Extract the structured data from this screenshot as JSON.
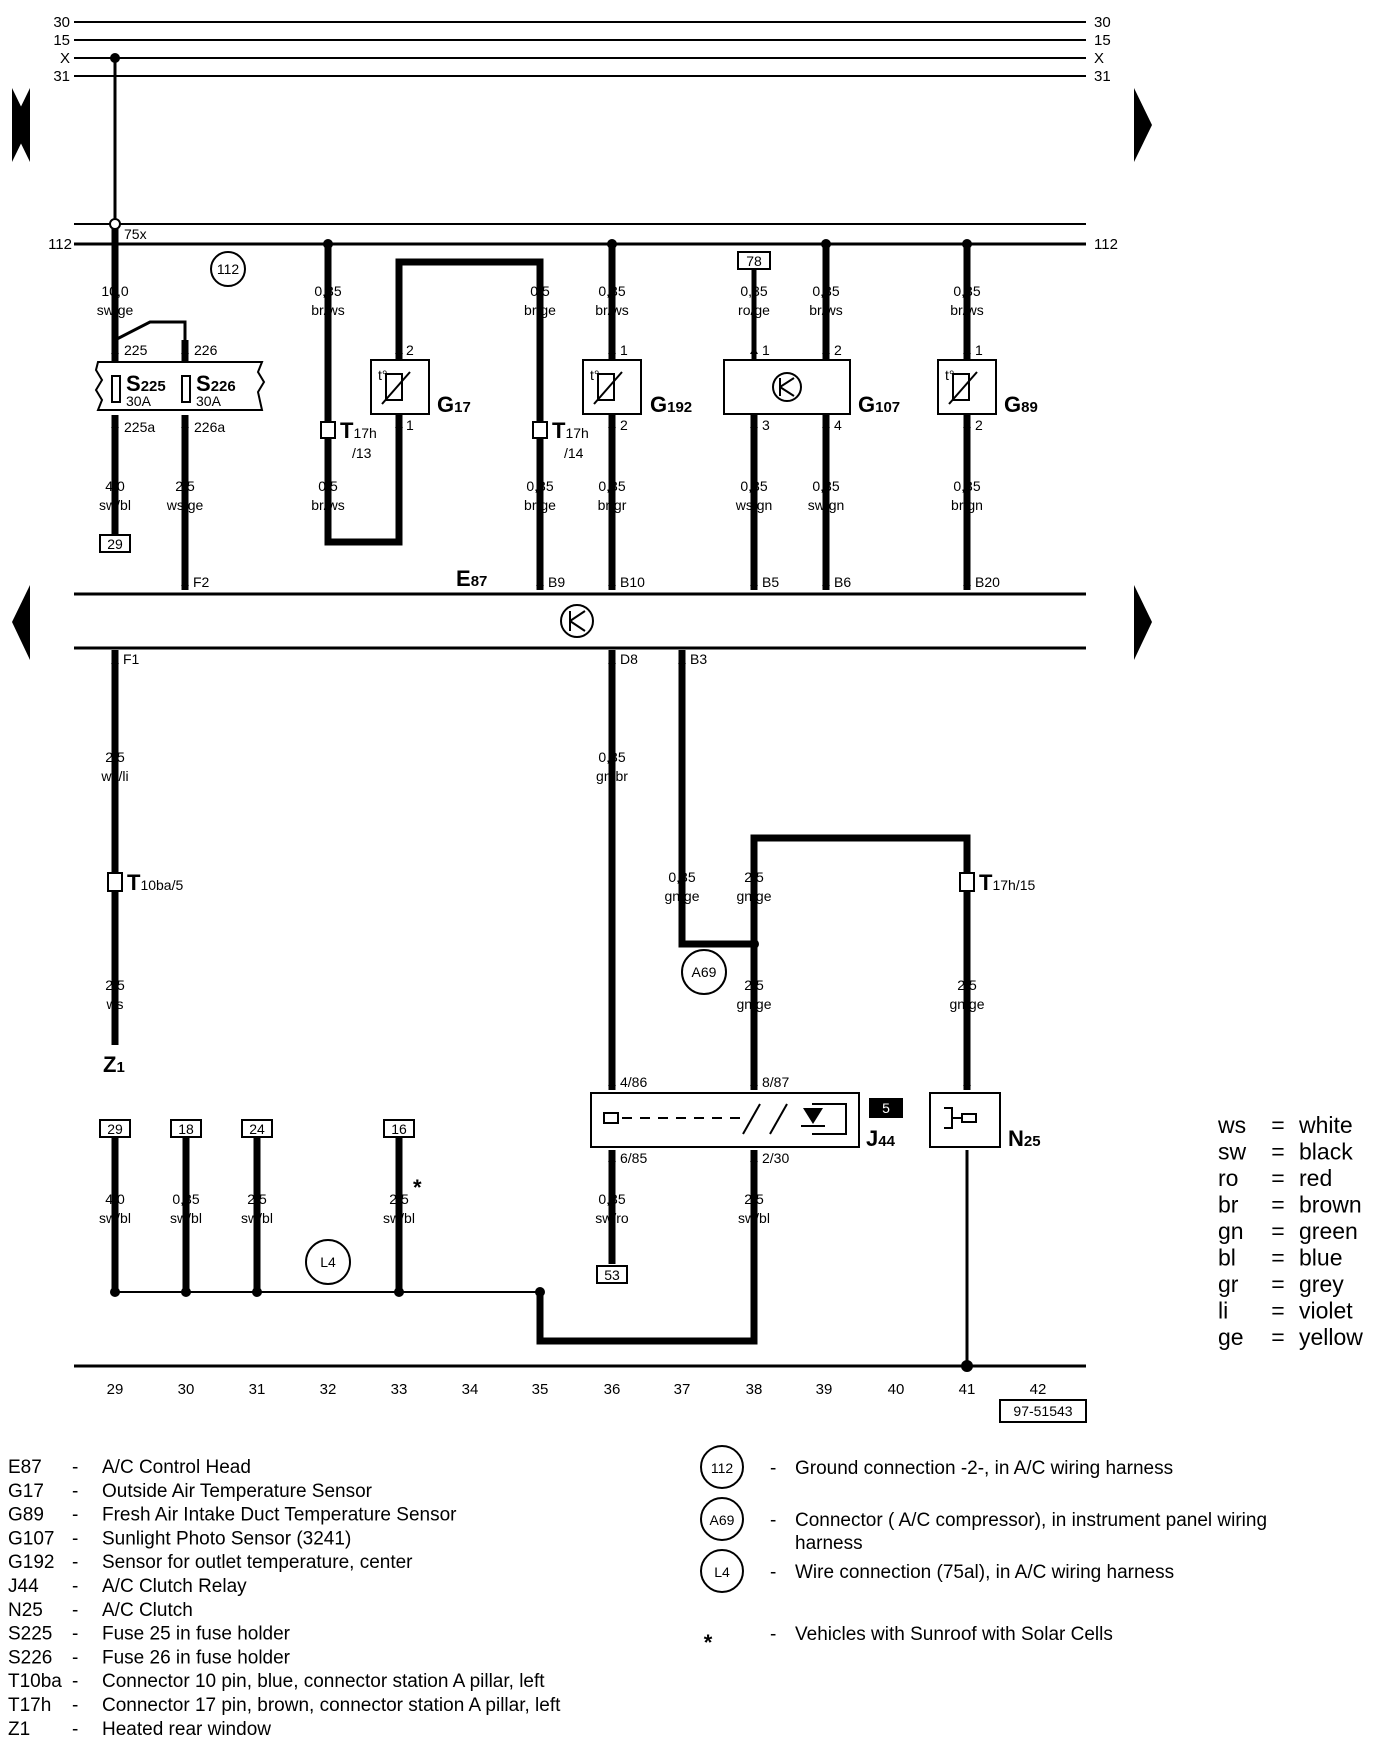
{
  "rails_top": [
    "30",
    "15",
    "X",
    "31"
  ],
  "rail_112": "112",
  "tap_75x": "75x",
  "ground_112": "112",
  "box_78": "78",
  "components": {
    "s225_letter": "S",
    "s225_sub": "225",
    "s225_amp": "30A",
    "s226_letter": "S",
    "s226_sub": "226",
    "s226_amp": "30A",
    "g17_letter": "G",
    "g17_sub": "17",
    "g192_letter": "G",
    "g192_sub": "192",
    "g107_letter": "G",
    "g107_sub": "107",
    "g89_letter": "G",
    "g89_sub": "89",
    "e87_letter": "E",
    "e87_sub": "87",
    "z1_letter": "Z",
    "z1_sub": "1",
    "j44_letter": "J",
    "j44_sub": "44",
    "n25_letter": "N",
    "n25_sub": "25",
    "j44_badge": "5",
    "sensor_symbol": "t°"
  },
  "connectors": {
    "t17h13_letter": "T",
    "t17h13_sub": "17h",
    "t17h13_pin": "/13",
    "t17h14_letter": "T",
    "t17h14_sub": "17h",
    "t17h14_pin": "/14",
    "t10ba5_letter": "T",
    "t10ba5_sub": "10ba/5",
    "t17h15_letter": "T",
    "t17h15_sub": "17h/15"
  },
  "pins": {
    "p225": "225",
    "p226": "226",
    "p225a": "225a",
    "p226a": "226a",
    "g17_2": "2",
    "g17_1": "1",
    "g192_1": "1",
    "g192_2": "2",
    "g107_1": "1",
    "g107_2": "2",
    "g107_3": "3",
    "g107_4": "4",
    "g89_1": "1",
    "g89_2": "2",
    "e_f2": "F2",
    "e_b9": "B9",
    "e_b10": "B10",
    "e_b5": "B5",
    "e_b6": "B6",
    "e_b20": "B20",
    "e_f1": "F1",
    "e_d8": "D8",
    "e_b3": "B3",
    "j_486": "4/86",
    "j_887": "8/87",
    "j_685": "6/85",
    "j_230": "2/30"
  },
  "wires": {
    "w1": [
      "10,0",
      "sw/ge"
    ],
    "w2": [
      "0,35",
      "br/ws"
    ],
    "w3": [
      "0,5",
      "br/ge"
    ],
    "w4": [
      "0,35",
      "br/ws"
    ],
    "w5": [
      "0,35",
      "ro/ge"
    ],
    "w6": [
      "0,35",
      "br/ws"
    ],
    "w7": [
      "0,35",
      "br/ws"
    ],
    "w8": [
      "4,0",
      "sw/bl"
    ],
    "w9": [
      "2,5",
      "ws/ge"
    ],
    "w10": [
      "0,5",
      "br/ws"
    ],
    "w11": [
      "0,35",
      "br/ge"
    ],
    "w12": [
      "0,35",
      "br/gr"
    ],
    "w13": [
      "0,35",
      "ws/gn"
    ],
    "w14": [
      "0,35",
      "sw/gn"
    ],
    "w15": [
      "0,35",
      "br/gn"
    ],
    "w16": [
      "2,5",
      "ws/li"
    ],
    "w17": [
      "0,35",
      "gn/br"
    ],
    "w18": [
      "0,35",
      "gn/ge"
    ],
    "w19": [
      "2,5",
      "gn/ge"
    ],
    "w20": [
      "2,5",
      "ws"
    ],
    "w21": [
      "2,5",
      "gn/ge"
    ],
    "w22": [
      "2,5",
      "gn/ge"
    ],
    "w23": [
      "4,0",
      "sw/bl"
    ],
    "w24": [
      "0,35",
      "sw/bl"
    ],
    "w25": [
      "2,5",
      "sw/bl"
    ],
    "w26": [
      "2,5",
      "sw/bl"
    ],
    "w27": [
      "0,35",
      "sw/ro"
    ],
    "w28": [
      "2,5",
      "sw/bl"
    ]
  },
  "ref_boxes": {
    "r29_top": "29",
    "r29": "29",
    "r18": "18",
    "r24": "24",
    "r16": "16",
    "r53": "53"
  },
  "asterisk": "*",
  "circles": {
    "a69": "A69",
    "l4": "L4"
  },
  "ruler": [
    "29",
    "30",
    "31",
    "32",
    "33",
    "34",
    "35",
    "36",
    "37",
    "38",
    "39",
    "40",
    "41",
    "42"
  ],
  "doc_id": "97-51543",
  "color_legend": [
    [
      "ws",
      "white"
    ],
    [
      "sw",
      "black"
    ],
    [
      "ro",
      "red"
    ],
    [
      "br",
      "brown"
    ],
    [
      "gn",
      "green"
    ],
    [
      "bl",
      "blue"
    ],
    [
      "gr",
      "grey"
    ],
    [
      "li",
      "violet"
    ],
    [
      "ge",
      "yellow"
    ]
  ],
  "legend_left": [
    [
      "E87",
      "A/C Control Head"
    ],
    [
      "G17",
      "Outside Air Temperature Sensor"
    ],
    [
      "G89",
      "Fresh Air Intake Duct Temperature Sensor"
    ],
    [
      "G107",
      "Sunlight Photo Sensor (3241)"
    ],
    [
      "G192",
      "Sensor for outlet temperature, center"
    ],
    [
      "J44",
      "A/C Clutch Relay"
    ],
    [
      "N25",
      "A/C Clutch"
    ],
    [
      "S225",
      "Fuse 25 in fuse holder"
    ],
    [
      "S226",
      "Fuse 26 in fuse holder"
    ],
    [
      "T10ba",
      "Connector 10 pin, blue, connector station A pillar, left"
    ],
    [
      "T17h",
      "Connector 17 pin, brown, connector station A pillar, left"
    ],
    [
      "Z1",
      "Heated rear window"
    ]
  ],
  "legend_right": [
    {
      "sym": "112",
      "text": [
        "Ground connection -2-, in A/C wiring harness"
      ]
    },
    {
      "sym": "A69",
      "text": [
        "Connector ( A/C compressor), in instrument panel wiring",
        "harness"
      ]
    },
    {
      "sym": "L4",
      "text": [
        "Wire connection (75al), in A/C wiring harness"
      ]
    },
    {
      "sym": "*",
      "text": [
        "Vehicles with Sunroof with Solar Cells"
      ]
    }
  ],
  "legend_dash": "-",
  "legend_eq": "="
}
